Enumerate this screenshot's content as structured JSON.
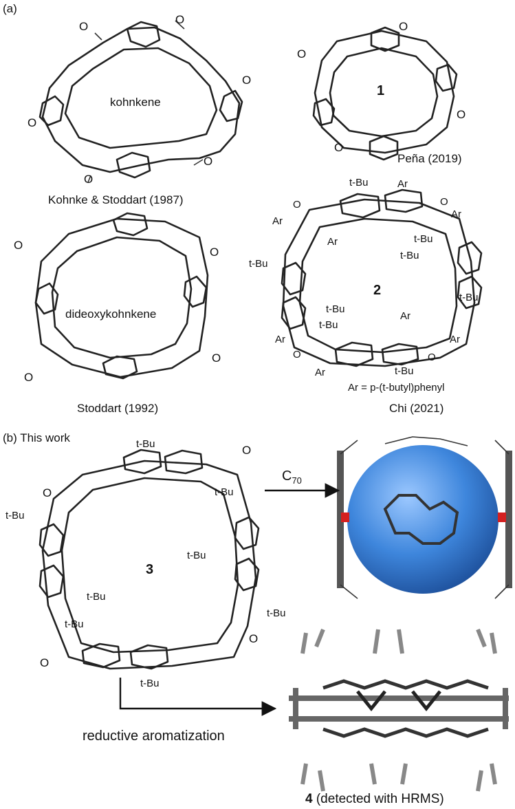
{
  "panel_a": {
    "label": "(a)",
    "kohnkene": {
      "name": "kohnkene",
      "credit": "Kohnke & Stoddart (1987)",
      "oxygen": "O"
    },
    "compound1": {
      "number": "1",
      "credit": "Peña (2019)",
      "oxygen": "O"
    },
    "dideoxykohnkene": {
      "name": "dideoxykohnkene",
      "credit": "Stoddart (1992)",
      "oxygen": "O"
    },
    "compound2": {
      "number": "2",
      "credit": "Chi (2021)",
      "ar_definition": "Ar = p-(t-butyl)phenyl",
      "tbu": "t-Bu",
      "ar": "Ar",
      "oxygen": "O"
    }
  },
  "panel_b": {
    "label": "(b) This work",
    "compound3": {
      "number": "3",
      "tbu": "t-Bu",
      "oxygen": "O"
    },
    "arrow_c70": {
      "reagent_main": "C",
      "reagent_sub": "70"
    },
    "arrow_reduction": {
      "label": "reductive aromatization"
    },
    "compound4": {
      "number": "4",
      "caption": "(detected with HRMS)"
    }
  },
  "colors": {
    "c70_sphere": "#4a90d9",
    "oxygen_atom": "#d42020",
    "bond": "#222222",
    "stick_gray": "#555555"
  }
}
